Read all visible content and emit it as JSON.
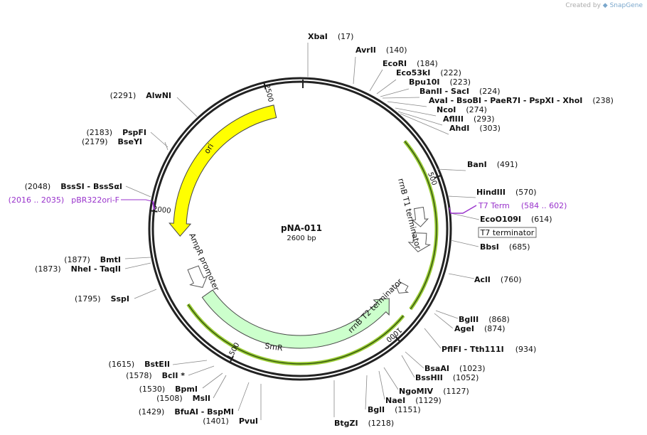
{
  "credit": {
    "prefix": "Created by",
    "brand": "SnapGene"
  },
  "plasmid": {
    "name": "pNA-011",
    "length_label": "2600 bp"
  },
  "colors": {
    "ori": "#ffff00",
    "smr": "#ccffcc",
    "terminator_line": "#99cc33",
    "primer": "#9933cc"
  },
  "ruler_ticks": [
    {
      "label": "500",
      "bp": 500
    },
    {
      "label": "1000",
      "bp": 1000
    },
    {
      "label": "1500",
      "bp": 1500
    },
    {
      "label": "2000",
      "bp": 2000
    },
    {
      "label": "2500",
      "bp": 2500
    }
  ],
  "features": {
    "ori": "ori",
    "smr": "SmR",
    "ampr_promoter": "AmpR promoter",
    "rrnb_t1": "rrnB T1 terminator",
    "rrnb_t2": "rrnB T2 terminator",
    "t7_boxed": "T7 terminator"
  },
  "sites": [
    {
      "name": "XbaI",
      "pos": "(17)"
    },
    {
      "name": "AvrII",
      "pos": "(140)"
    },
    {
      "name": "EcoRI",
      "pos": "(184)"
    },
    {
      "name": "Eco53kI",
      "pos": "(222)"
    },
    {
      "name": "Bpu10I",
      "pos": "(223)"
    },
    {
      "name": "BanII - SacI",
      "pos": "(224)"
    },
    {
      "name": "AvaI - BsoBI - PaeR7I - PspXI - XhoI",
      "pos": "(238)"
    },
    {
      "name": "NcoI",
      "pos": "(274)"
    },
    {
      "name": "AflIII",
      "pos": "(293)"
    },
    {
      "name": "AhdI",
      "pos": "(303)"
    },
    {
      "name": "BanI",
      "pos": "(491)"
    },
    {
      "name": "HindIII",
      "pos": "(570)"
    },
    {
      "name": "EcoO109I",
      "pos": "(614)"
    },
    {
      "name": "BbsI",
      "pos": "(685)"
    },
    {
      "name": "AclI",
      "pos": "(760)"
    },
    {
      "name": "BglII",
      "pos": "(868)"
    },
    {
      "name": "AgeI",
      "pos": "(874)"
    },
    {
      "name": "PflFI - Tth111I",
      "pos": "(934)"
    },
    {
      "name": "BsaAI",
      "pos": "(1023)"
    },
    {
      "name": "BssHII",
      "pos": "(1052)"
    },
    {
      "name": "NgoMIV",
      "pos": "(1127)"
    },
    {
      "name": "NaeI",
      "pos": "(1129)"
    },
    {
      "name": "BglI",
      "pos": "(1151)"
    },
    {
      "name": "BtgZI",
      "pos": "(1218)"
    },
    {
      "name": "PvuI",
      "pos": "(1401)"
    },
    {
      "name": "BfuAI - BspMI",
      "pos": "(1429)"
    },
    {
      "name": "MslI",
      "pos": "(1508)"
    },
    {
      "name": "BpmI",
      "pos": "(1530)"
    },
    {
      "name": "BclI *",
      "pos": "(1578)"
    },
    {
      "name": "BstEII",
      "pos": "(1615)"
    },
    {
      "name": "SspI",
      "pos": "(1795)"
    },
    {
      "name": "NheI - TaqII",
      "pos": "(1873)"
    },
    {
      "name": "BmtI",
      "pos": "(1877)"
    },
    {
      "name": "BssSI - BssSαI",
      "pos": "(2048)"
    },
    {
      "name": "BseYI",
      "pos": "(2179)"
    },
    {
      "name": "PspFI",
      "pos": "(2183)"
    },
    {
      "name": "AlwNI",
      "pos": "(2291)"
    }
  ],
  "primer_t7": {
    "name": "T7 Term",
    "range": "(584 .. 602)"
  },
  "primer_pbr": {
    "range": "(2016 .. 2035)",
    "name": "pBR322ori-F"
  }
}
